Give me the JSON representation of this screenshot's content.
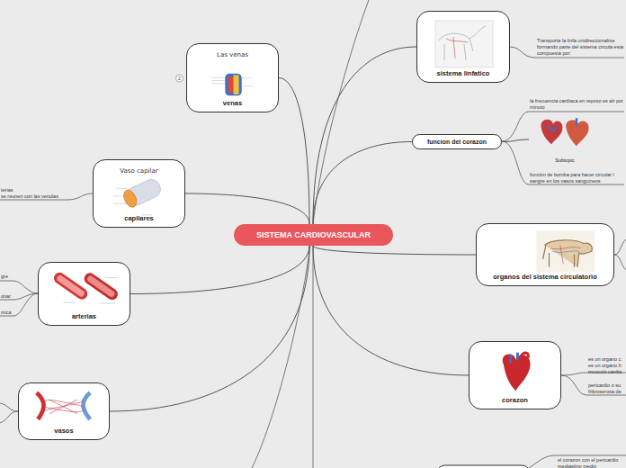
{
  "diagram": {
    "nodes": [
      {
        "text": [
          "SISTEMA CARDIOVASCULAR"
        ]
      },
      {
        "text": [
          "Las venas",
          "venas"
        ]
      },
      {
        "text": [
          "Vaso capilar",
          "capilares"
        ]
      },
      {
        "text": [
          "arterias"
        ]
      },
      {
        "text": [
          "vasos"
        ]
      },
      {
        "text": [
          "sistema linfatico"
        ]
      },
      {
        "text": [
          "funcion del corazon"
        ]
      },
      {
        "text": [
          "Subtopic"
        ]
      },
      {
        "text": [
          "organos del sistema circulatorio"
        ]
      },
      {
        "text": [
          "corazon"
        ]
      }
    ],
    "edges": [
      {
        "from": 0,
        "to": 1,
        "arrow": "none"
      },
      {
        "from": 0,
        "to": 2,
        "arrow": "none"
      },
      {
        "from": 0,
        "to": 3,
        "arrow": "none"
      },
      {
        "from": 0,
        "to": 4,
        "arrow": "none"
      },
      {
        "from": 0,
        "to": 5,
        "arrow": "none"
      },
      {
        "from": 0,
        "to": 6,
        "arrow": "none"
      },
      {
        "from": 6,
        "to": 7,
        "arrow": "none"
      },
      {
        "from": 0,
        "to": 8,
        "arrow": "none"
      },
      {
        "from": 0,
        "to": 9,
        "arrow": "none"
      }
    ],
    "labels": [
      "2",
      "Transporta la linfa unidireccionalme formando parte del  sistema circula esta compuesta por:",
      "la frecuencia cardiaca en reposo es alr por minuto",
      "funcion de bomba para hacer circular l sangre en los vasos sanguineos",
      "es un organo c es un organo h musculo cardia",
      "pericardio o su fribroserosa de",
      "el corazon con el pericardio mediastino medio",
      "terias",
      "se reunen con las venulas",
      "gre",
      "onar",
      "mica"
    ]
  }
}
